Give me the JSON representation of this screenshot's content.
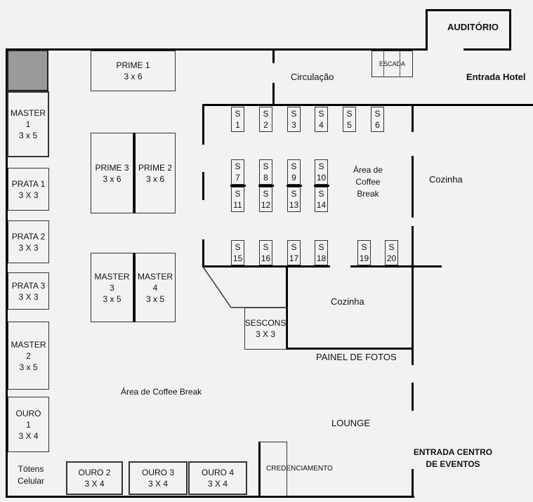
{
  "rooms": {
    "prime1": {
      "name": "PRIME 1",
      "size": "3 x 6"
    },
    "prime2": {
      "name": "PRIME 2",
      "size": "3 x 6"
    },
    "prime3": {
      "name": "PRIME 3",
      "size": "3 x 6"
    },
    "master1": {
      "name": "MASTER\n1",
      "size": "3 x 5"
    },
    "master2": {
      "name": "MASTER\n2",
      "size": "3 x 5"
    },
    "master3": {
      "name": "MASTER\n3",
      "size": "3 x 5"
    },
    "master4": {
      "name": "MASTER\n4",
      "size": "3 x 5"
    },
    "prata1": {
      "name": "PRATA 1",
      "size": "3 X 3"
    },
    "prata2": {
      "name": "PRATA 2",
      "size": "3 X 3"
    },
    "prata3": {
      "name": "PRATA 3",
      "size": "3 X 3"
    },
    "ouro1": {
      "name": "OURO\n1",
      "size": "3 X 4"
    },
    "ouro2": {
      "name": "OURO 2",
      "size": "3 X 4"
    },
    "ouro3": {
      "name": "OURO 3",
      "size": "3 X 4"
    },
    "ouro4": {
      "name": "OURO 4",
      "size": "3 X 4"
    },
    "sescons": {
      "name": "SESCONS",
      "size": "3 X 3"
    },
    "credenciamento": {
      "name": "CREDENCIAMENTO"
    },
    "escada": {
      "name": "ESCADA"
    }
  },
  "stand_prefix": "S",
  "stands": [
    "1",
    "2",
    "3",
    "4",
    "5",
    "6",
    "7",
    "8",
    "9",
    "10",
    "11",
    "12",
    "13",
    "14",
    "15",
    "16",
    "17",
    "18",
    "19",
    "20"
  ],
  "labels": {
    "auditorio": "AUDITÓRIO",
    "entrada_hotel": "Entrada Hotel",
    "circulacao": "Circulação",
    "coffee_break_inner": "Área de\nCoffee\nBreak",
    "cozinha_right": "Cozinha",
    "cozinha_center": "Cozinha",
    "painel_fotos": "PAINEL DE FOTOS",
    "coffee_break_main": "Área de Coffee Break",
    "lounge": "LOUNGE",
    "entrada_centro": "ENTRADA CENTRO\nDE EVENTOS",
    "totens": "Tótens\nCelular"
  }
}
